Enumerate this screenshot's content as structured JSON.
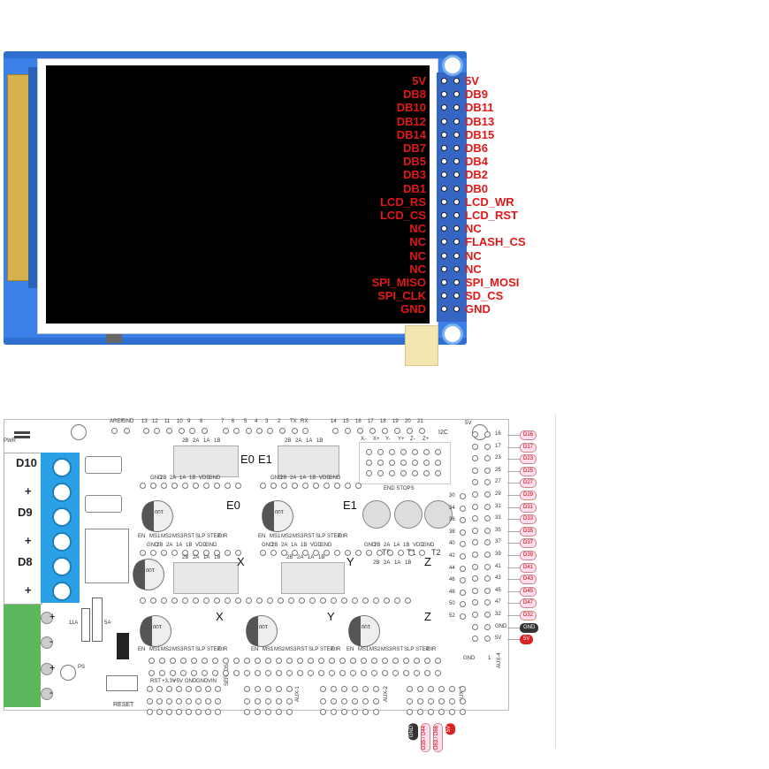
{
  "lcd": {
    "left_labels": [
      "5V",
      "DB8",
      "DB10",
      "DB12",
      "DB14",
      "DB7",
      "DB5",
      "DB3",
      "DB1",
      "LCD_RS",
      "LCD_CS",
      "NC",
      "NC",
      "NC",
      "NC",
      "SPI_MISO",
      "SPI_CLK",
      "GND"
    ],
    "right_labels": [
      "5V",
      "DB9",
      "DB11",
      "DB13",
      "DB15",
      "DB6",
      "DB4",
      "DB2",
      "DB0",
      "LCD_WR",
      "LCD_RST",
      "NC",
      "FLASH_CS",
      "NC",
      "NC",
      "SPI_MOSI",
      "SD_CS",
      "GND"
    ]
  },
  "ramps": {
    "terminals": [
      "D10",
      "+",
      "D9",
      "+",
      "D8",
      "+"
    ],
    "power_terminals": [
      "+",
      "-",
      "+",
      "-"
    ],
    "top_header_labels": [
      "AREF",
      "GND",
      "13",
      "12",
      "11",
      "10",
      "9",
      "8",
      "7",
      "6",
      "5",
      "4",
      "3",
      "2",
      "TX",
      "RX",
      "14",
      "15",
      "16",
      "17",
      "18",
      "19",
      "20",
      "21"
    ],
    "pwr_label": "PWR",
    "i2c_label": "I2C",
    "endstops_label": "END STOPS",
    "endstop_axes": [
      "X-",
      "X+",
      "Y-",
      "Y+",
      "Z-",
      "Z+"
    ],
    "drivers": [
      {
        "name": "E0",
        "pins": [
          "GND",
          "2B",
          "2A",
          "1A",
          "1B",
          "VDD",
          "GND"
        ],
        "bottom": [
          "EN",
          "MS1",
          "MS2",
          "MS3",
          "RST",
          "SLP",
          "STEP",
          "DIR"
        ]
      },
      {
        "name": "E1",
        "pins": [
          "GND",
          "2B",
          "2A",
          "1A",
          "1B",
          "VDD",
          "GND"
        ],
        "bottom": [
          "EN",
          "MS1",
          "MS2",
          "MS3",
          "RST",
          "SLP",
          "STEP",
          "DIR"
        ]
      },
      {
        "name": "X",
        "pins": [
          "GND",
          "2B",
          "2A",
          "1A",
          "1B",
          "VDD",
          "GND"
        ],
        "bottom": [
          "EN",
          "MS1",
          "MS2",
          "MS3",
          "RST",
          "SLP",
          "STEP",
          "DIR"
        ]
      },
      {
        "name": "Y",
        "pins": [
          "GND",
          "2B",
          "2A",
          "1A",
          "1B",
          "VDD",
          "GND"
        ],
        "bottom": [
          "EN",
          "MS1",
          "MS2",
          "MS3",
          "RST",
          "SLP",
          "STEP",
          "DIR"
        ]
      },
      {
        "name": "Z",
        "pins": [
          "GND",
          "2B",
          "2A",
          "1A",
          "1B",
          "VDD",
          "GND"
        ],
        "bottom": [
          "EN",
          "MS1",
          "MS2",
          "MS3",
          "RST",
          "SLP",
          "STEP",
          "DIR"
        ]
      }
    ],
    "motor_labels": [
      "2B",
      "2A",
      "1A",
      "1B"
    ],
    "cap_text": [
      "100",
      "35V",
      "RVT"
    ],
    "thermistors": [
      "T0",
      "T1",
      "T2"
    ],
    "fuses": [
      "11A",
      "5A"
    ],
    "ps_label": "PS",
    "reset_label": "RESET",
    "servo_labels": [
      "RST",
      "+3.3V",
      "+5V",
      "GND",
      "GND",
      "VIN"
    ],
    "servos_label": "SERVOS",
    "aux_labels": [
      "AUX-1",
      "AUX-2",
      "AUX-3",
      "AUX-4"
    ],
    "aux_top": [
      "5V"
    ],
    "aux_col_numbers": [
      "16",
      "17",
      "23",
      "25",
      "27",
      "29",
      "31",
      "33",
      "35",
      "37",
      "39",
      "41",
      "43",
      "45",
      "47",
      "32",
      "GND",
      "5V"
    ],
    "aux_left_numbers": [
      "30",
      "34",
      "36",
      "38",
      "40",
      "42",
      "44",
      "46",
      "48",
      "50",
      "52"
    ],
    "aux_bottom": [
      "GND",
      "1"
    ],
    "d_tags": [
      "D16",
      "D17",
      "D23",
      "D25",
      "D27",
      "D29",
      "D31",
      "D33",
      "D35",
      "D37",
      "D39",
      "D41",
      "D43",
      "D45",
      "D47",
      "D32",
      "GND",
      "5V"
    ],
    "bottom_tags": [
      "GND",
      "D35 / D44",
      "D63 / D66",
      "5V"
    ]
  },
  "colors": {
    "label_red": "#e01818",
    "board_blue": "#2f6fd0",
    "terminal_blue": "#2aa0e6",
    "terminal_green": "#5cb85c"
  }
}
